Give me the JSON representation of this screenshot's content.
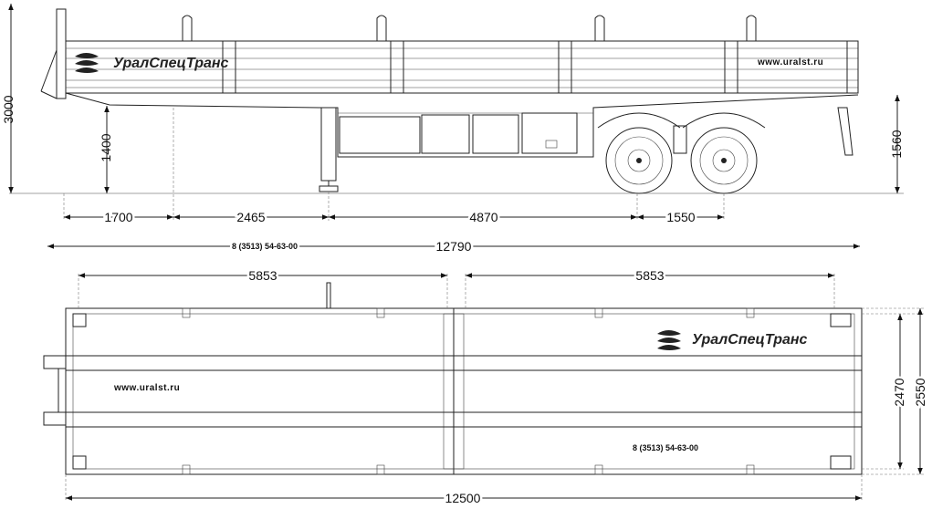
{
  "brand": {
    "name": "УралСпецТранс",
    "website": "www.uralst.ru",
    "phone": "8 (3513) 54-63-00"
  },
  "side_view": {
    "height_total": "3000",
    "height_platform": "1400",
    "height_coupling": "1560",
    "segments": [
      "1700",
      "2465",
      "4870",
      "1550"
    ],
    "overall_length": "12790"
  },
  "top_view": {
    "half_left": "5853",
    "half_right": "5853",
    "inner_width": "2470",
    "outer_width": "2550",
    "overall_length": "12500"
  },
  "colors": {
    "line": "#222222",
    "background": "#ffffff"
  }
}
